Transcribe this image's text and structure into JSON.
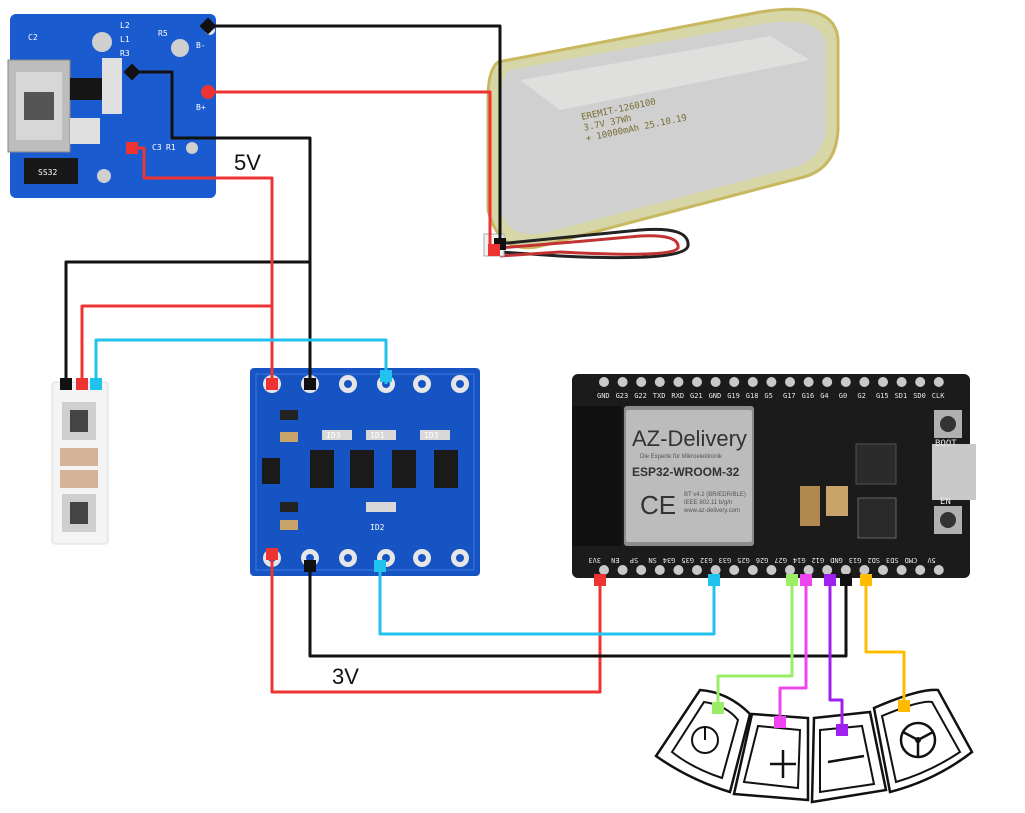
{
  "labels": {
    "voltage_5v": "5V",
    "voltage_3v": "3V"
  },
  "charger": {
    "silk": [
      "L2",
      "L1",
      "R3",
      "R5",
      "C2",
      "C3",
      "R1",
      "B-",
      "B+",
      "SS32"
    ]
  },
  "battery": {
    "label_lines": [
      "EREMIT-1260100",
      "3.7V 37Wh",
      "+ 10000mAh 25.10.19"
    ]
  },
  "level_shifter": {
    "silk": [
      "ID3",
      "ID1",
      "ID3",
      "ID2"
    ]
  },
  "esp32": {
    "brand": "AZ-Delivery",
    "brand_sub": "Die Experte für Mikroelektronik",
    "module": "ESP32-WROOM-32",
    "module_lines": [
      "BT v4.2 (BR/EDR/BLE)",
      "IEEE 802.11 b/g/n",
      "www.az-delivery.com"
    ],
    "buttons": [
      "BOOT",
      "EN"
    ],
    "top_pins": [
      "GND",
      "G23",
      "G22",
      "TXD",
      "RXD",
      "G21",
      "GND",
      "G19",
      "G18",
      "G5",
      "G17",
      "G16",
      "G4",
      "G0",
      "G2",
      "G15",
      "SD1",
      "SD0",
      "CLK"
    ],
    "bottom_pins": [
      "3V3",
      "EN",
      "SP",
      "SN",
      "G34",
      "G35",
      "G32",
      "G33",
      "G25",
      "G26",
      "G27",
      "G14",
      "G12",
      "GND",
      "G13",
      "SD2",
      "SD3",
      "CMD",
      "5V"
    ]
  },
  "colors": {
    "black_wire": "#111111",
    "red_wire": "#ee3333",
    "blue_wire": "#22c2ee",
    "green_wire": "#99ee66",
    "pink_wire": "#ee44ee",
    "purple_wire": "#a020f0",
    "yellow_wire": "#ffbb00",
    "pcb_blue": "#1555c8",
    "esp_black": "#1b1b1b"
  },
  "icons": [
    "power-icon",
    "plus-icon",
    "minus-icon",
    "steering-wheel-icon"
  ]
}
